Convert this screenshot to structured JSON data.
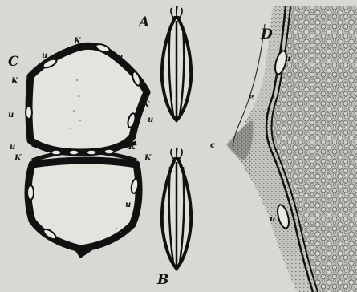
{
  "figure": {
    "background": "#d9d9d4",
    "ink": "#151515",
    "panels": {
      "C": {
        "label": "C",
        "small_labels": [
          "u",
          "K",
          "u",
          "K",
          "u",
          "K",
          "u",
          "u",
          "K",
          "K",
          "K",
          "u"
        ]
      },
      "A": {
        "label": "A"
      },
      "B": {
        "label": "B"
      },
      "D": {
        "label": "D",
        "small_labels": [
          "u",
          "c",
          "e",
          "u"
        ]
      }
    }
  }
}
